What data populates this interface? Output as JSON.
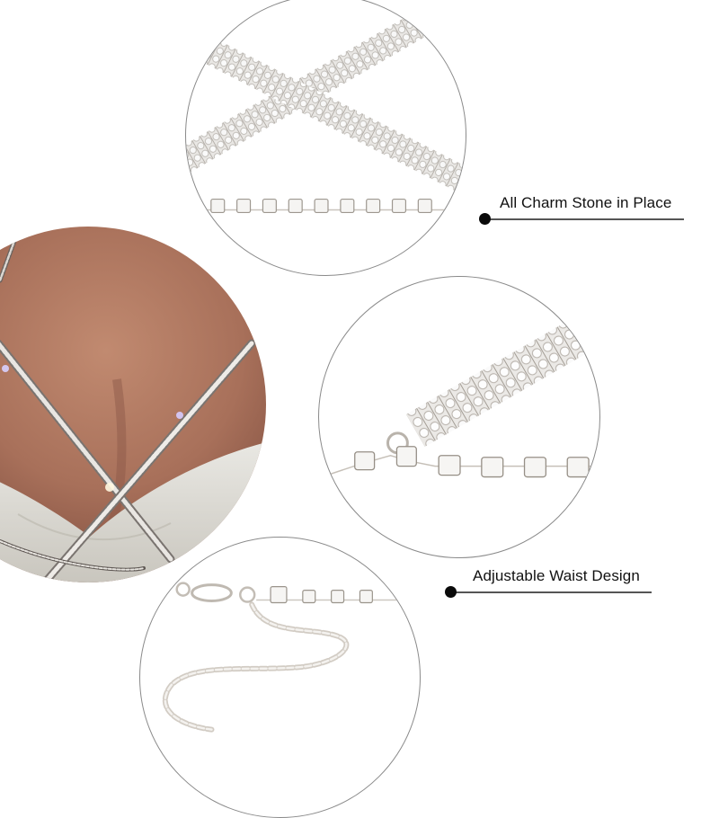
{
  "page": {
    "background": "#ffffff"
  },
  "callouts": [
    {
      "label": "All Charm Stone in Place",
      "dot_color": "#0a0a0a",
      "line_color": "#555555"
    },
    {
      "label": "Adjustable Waist Design",
      "dot_color": "#0a0a0a",
      "line_color": "#555555"
    }
  ],
  "images": {
    "top_detail": {
      "subject": "crossing triple-row rhinestone straps with single-row stone chain",
      "icon": "rhinestone-cross-icon"
    },
    "middle_detail": {
      "subject": "triple-row rhinestone strap joined by jump ring to single-row stone chain",
      "icon": "rhinestone-clasp-icon"
    },
    "bottom_detail": {
      "subject": "lobster clasp with extender chain and stone chain",
      "icon": "extender-chain-icon"
    },
    "model_photo": {
      "subject": "model wearing criss-cross rhinestone body chain over white top",
      "skin_color": "#b07a62",
      "dress_color": "#e6e4de"
    }
  }
}
